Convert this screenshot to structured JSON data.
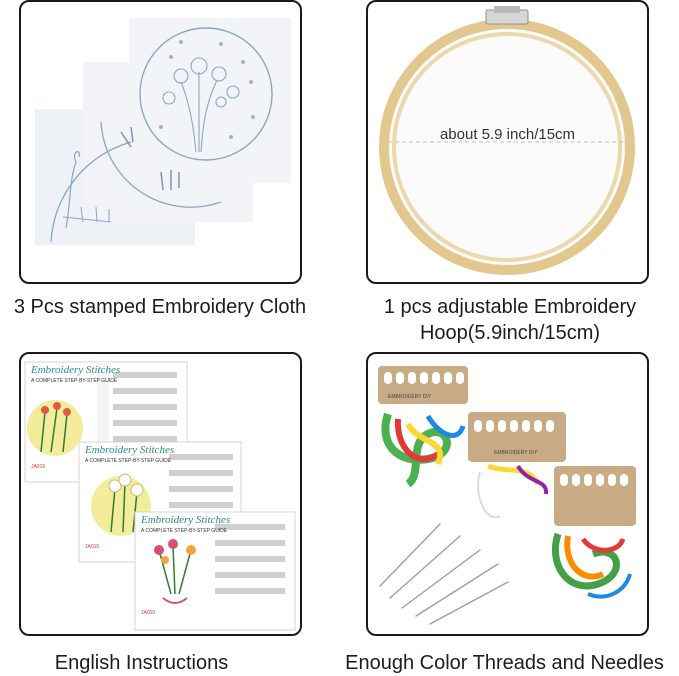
{
  "panels": [
    {
      "caption": "3 Pcs stamped Embroidery Cloth"
    },
    {
      "caption": "1 pcs adjustable Embroidery Hoop(5.9inch/15cm)",
      "measure_label": "about 5.9 inch/15cm"
    },
    {
      "caption": "English Instructions",
      "sheet_title": "Embroidery Stitches",
      "sheet_subtitle": "A COMPLETE STEP-BY-STEP GUIDE",
      "sheet_codes": [
        "JA016",
        "JA015",
        "JA010"
      ]
    },
    {
      "caption": "Enough Color Threads and Needles",
      "card_brand": "EMBROIDERY DIY"
    }
  ],
  "colors": {
    "border": "#1a1a1a",
    "stamp_blue": "#8aa6c9",
    "hoop_wood": "#e7cf98",
    "card_kraft": "#c8ab85"
  }
}
